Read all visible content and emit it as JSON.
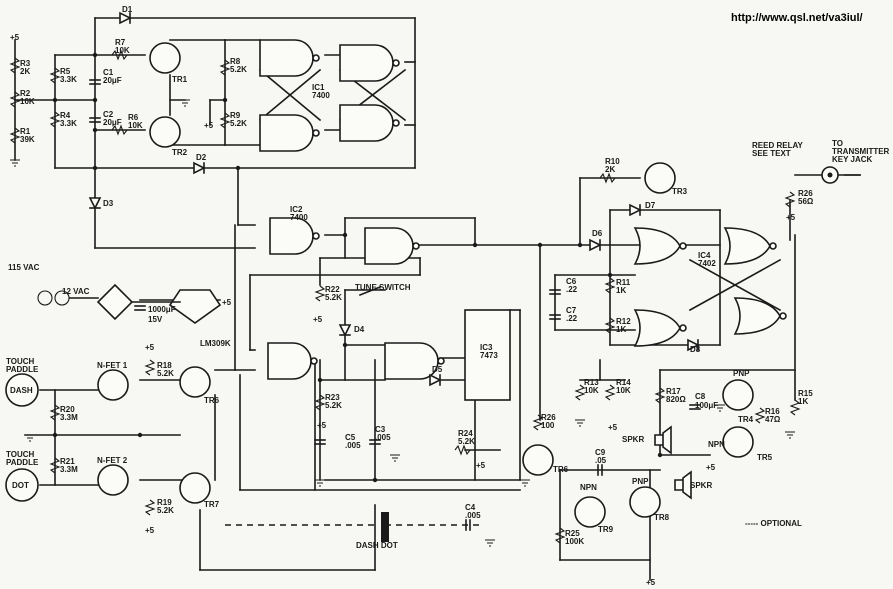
{
  "url": "http://www.qsl.net/va3iul/",
  "labels": {
    "plus5": "+5",
    "r3": "R3",
    "r3v": "2K",
    "r2": "R2",
    "r2v": "10K",
    "r1": "R1",
    "r1v": "39K",
    "r5": "R5",
    "r5v": "3.3K",
    "r4": "R4",
    "r4v": "3.3K",
    "r7": "R7",
    "r7v": "10K",
    "r6": "R6",
    "r6v": "10K",
    "c1": "C1",
    "c1v": "20μF",
    "c2": "C2",
    "c2v": "20μF",
    "tr1": "TR1",
    "tr2": "TR2",
    "r8": "R8",
    "r8v": "5.2K",
    "r9": "R9",
    "r9v": "5.2K",
    "d1": "D1",
    "d2": "D2",
    "d3": "D3",
    "d4": "D4",
    "d5": "D5",
    "d6": "D6",
    "d7": "D7",
    "d8": "D8",
    "ic1": "IC1",
    "ic1v": "7400",
    "ic2": "IC2",
    "ic2v": "7400",
    "ic3": "IC3",
    "ic3v": "7473",
    "ic4": "IC4",
    "ic4v": "7402",
    "r22": "R22",
    "r22v": "5.2K",
    "tune": "TUNE SWITCH",
    "r23": "R23",
    "r23v": "5.2K",
    "r24": "R24",
    "r24v": "5.2K",
    "c5": "C5",
    "c5v": ".005",
    "c3": "C3",
    "c3v": ".005",
    "c4": "C4",
    "c4v": ".005",
    "vac": "115 VAC",
    "v12": "12 VAC",
    "cap1000": "1000μF",
    "cap15": "15V",
    "lm": "LM309K",
    "touch1": "TOUCH",
    "paddle1": "PADDLE",
    "dash": "DASH",
    "touch2": "TOUCH",
    "paddle2": "PADDLE",
    "dot": "DOT",
    "nfet1": "N-FET 1",
    "nfet2": "N-FET 2",
    "r18": "R18",
    "r18v": "5.2K",
    "r20": "R20",
    "r20v": "3.3M",
    "r21": "R21",
    "r21v": "3.3M",
    "r19": "R19",
    "r19v": "5.2K",
    "tr6a": "TR6",
    "tr7": "TR7",
    "dashdot": "DASH  DOT",
    "r26": "R26",
    "r26v": "100",
    "tr6b": "TR6",
    "c9": "C9",
    "c9v": ".05",
    "npn": "NPN",
    "pnp": "PNP",
    "tr9": "TR9",
    "tr8": "TR8",
    "r25": "R25",
    "r25v": "100K",
    "spkr": "SPKR",
    "r10": "R10",
    "r10v": "2K",
    "tr3": "TR3",
    "reed1": "REED RELAY",
    "reed2": "SEE TEXT",
    "tx1": "TO",
    "tx2": "TRANSMITTER",
    "tx3": "KEY JACK",
    "r26b": "R26",
    "r26bv": "56Ω",
    "c6": "C6",
    "c6v": ".22",
    "c7": "C7",
    "c7v": ".22",
    "r11": "R11",
    "r11v": "1K",
    "r12": "R12",
    "r12v": "1K",
    "r13": "R13",
    "r13v": "10K",
    "r14": "R14",
    "r14v": "10K",
    "r17": "R17",
    "r17v": "820Ω",
    "c8": "C8",
    "c8v": "100μF",
    "tr4": "TR4",
    "tr5": "TR5",
    "r16": "R16",
    "r16v": "47Ω",
    "r15": "R15",
    "r15v": "1K",
    "optional": "----- OPTIONAL"
  }
}
